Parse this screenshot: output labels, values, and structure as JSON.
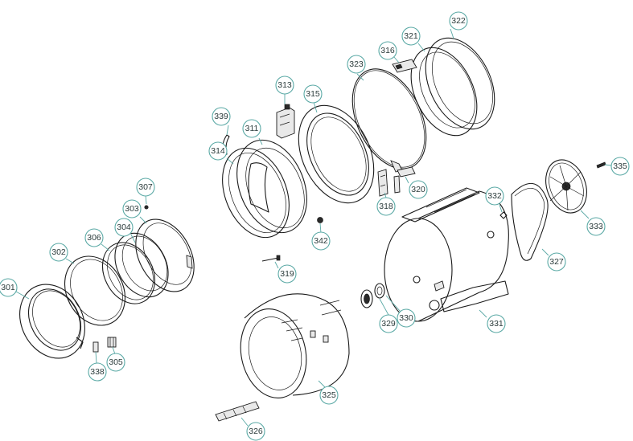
{
  "diagram": {
    "callouts": [
      {
        "id": "301",
        "label": "301"
      },
      {
        "id": "302",
        "label": "302"
      },
      {
        "id": "303",
        "label": "303"
      },
      {
        "id": "304",
        "label": "304"
      },
      {
        "id": "305",
        "label": "305"
      },
      {
        "id": "306",
        "label": "306"
      },
      {
        "id": "307",
        "label": "307"
      },
      {
        "id": "311",
        "label": "311"
      },
      {
        "id": "313",
        "label": "313"
      },
      {
        "id": "314",
        "label": "314"
      },
      {
        "id": "315",
        "label": "315"
      },
      {
        "id": "316",
        "label": "316"
      },
      {
        "id": "318",
        "label": "318"
      },
      {
        "id": "319",
        "label": "319"
      },
      {
        "id": "320",
        "label": "320"
      },
      {
        "id": "321",
        "label": "321"
      },
      {
        "id": "322",
        "label": "322"
      },
      {
        "id": "323",
        "label": "323"
      },
      {
        "id": "325",
        "label": "325"
      },
      {
        "id": "326",
        "label": "326"
      },
      {
        "id": "327",
        "label": "327"
      },
      {
        "id": "329",
        "label": "329"
      },
      {
        "id": "330",
        "label": "330"
      },
      {
        "id": "331",
        "label": "331"
      },
      {
        "id": "332",
        "label": "332"
      },
      {
        "id": "333",
        "label": "333"
      },
      {
        "id": "335",
        "label": "335"
      },
      {
        "id": "338",
        "label": "338"
      },
      {
        "id": "339",
        "label": "339"
      },
      {
        "id": "342",
        "label": "342"
      }
    ],
    "colors": {
      "callout_stroke": "#5aa9a5",
      "callout_text": "#2b3b3b",
      "line_art": "#1a1a1a",
      "background": "#ffffff"
    }
  }
}
